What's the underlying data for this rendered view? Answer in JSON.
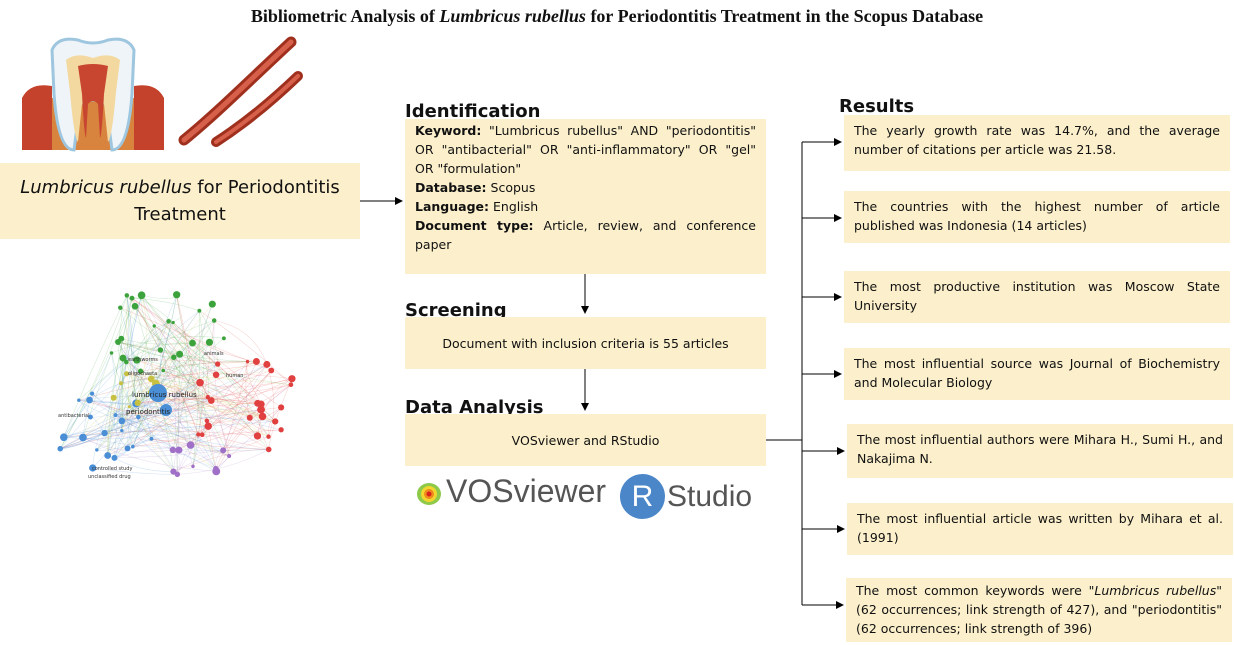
{
  "title": {
    "prefix": "Bibliometric Analysis of ",
    "italic": "Lumbricus rubellus",
    "suffix": " for Periodontitis Treatment in the Scopus Database"
  },
  "topic": {
    "italic": "Lumbricus rubellus",
    "rest": " for Periodontitis Treatment"
  },
  "identification": {
    "heading": "Identification",
    "keyword_label": "Keyword:",
    "keyword_value": "\"Lumbricus rubellus\" AND \"periodontitis\" OR \"antibacterial\" OR \"anti-inflammatory\" OR \"gel\" OR \"formulation\"",
    "database_label": "Database:",
    "database_value": "Scopus",
    "language_label": "Language:",
    "language_value": "English",
    "doctype_label": "Document type:",
    "doctype_value": "Article, review, and conference paper"
  },
  "screening": {
    "heading": "Screening",
    "text": "Document with inclusion criteria is 55 articles"
  },
  "analysis": {
    "heading": "Data Analysis",
    "text": "VOSviewer and RStudio"
  },
  "logos": {
    "vosviewer": "VOSviewer",
    "r_letter": "R",
    "studio": "Studio"
  },
  "results": {
    "heading": "Results",
    "items": [
      "The yearly growth rate was 14.7%, and the average number of citations per article was 21.58.",
      "The countries with the highest number of article published was Indonesia (14 articles)",
      "The most productive institution was Moscow State University",
      "The most influential source was Journal of Biochemistry and Molecular Biology",
      "The most influential authors were Mihara H., Sumi H., and Nakajima N.",
      "The most influential article was written by Mihara et al. (1991)"
    ],
    "last": {
      "prefix": "The most common keywords were \"",
      "italic": "Lumbricus rubellus",
      "suffix": "\" (62 occurrences; link strength of 427), and \"periodontitis\" (62 occurrences; link strength of 396)"
    }
  },
  "network_labels": [
    "lumbricus rubellus",
    "periodontitis",
    "antibacterial",
    "earthworms",
    "oligochaeta",
    "human",
    "controlled study",
    "unclassified drug",
    "animals"
  ],
  "colors": {
    "box": "#fcf0cc",
    "red_cluster": "#e04040",
    "green_cluster": "#3ca33c",
    "blue_cluster": "#4a8ed6",
    "purple_cluster": "#a070c8",
    "yellow_cluster": "#c8c040",
    "r_logo": "#4a86c8"
  }
}
